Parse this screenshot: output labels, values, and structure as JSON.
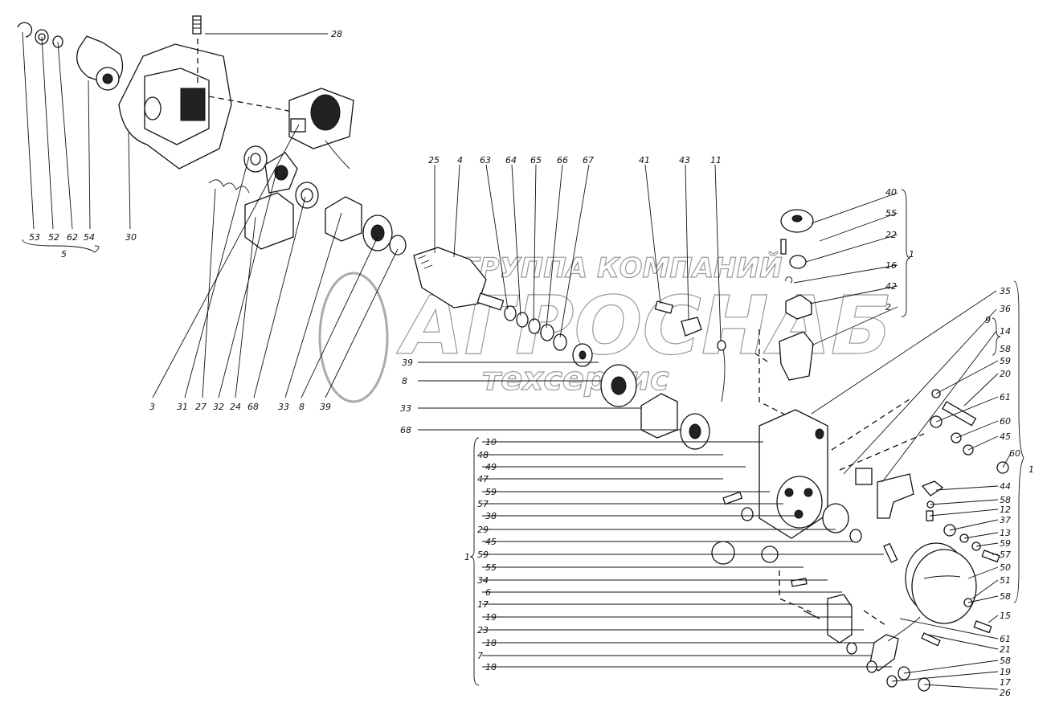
{
  "watermark": {
    "line1": "ГРУППА КОМПАНИЙ",
    "line2": "АГРОСНАБ",
    "line3": "техсервис"
  },
  "labels": [
    {
      "id": "l28",
      "text": "28"
    },
    {
      "id": "l53",
      "text": "53"
    },
    {
      "id": "l52",
      "text": "52"
    },
    {
      "id": "l62",
      "text": "62"
    },
    {
      "id": "l54",
      "text": "54"
    },
    {
      "id": "l5",
      "text": "5"
    },
    {
      "id": "l30",
      "text": "30"
    },
    {
      "id": "lb3",
      "text": "3"
    },
    {
      "id": "lb31",
      "text": "31"
    },
    {
      "id": "lb27",
      "text": "27"
    },
    {
      "id": "lb32",
      "text": "32"
    },
    {
      "id": "lb24",
      "text": "24"
    },
    {
      "id": "lb68",
      "text": "68"
    },
    {
      "id": "lb33",
      "text": "33"
    },
    {
      "id": "lb8",
      "text": "8"
    },
    {
      "id": "lb39",
      "text": "39"
    },
    {
      "id": "t25",
      "text": "25"
    },
    {
      "id": "t4",
      "text": "4"
    },
    {
      "id": "t63",
      "text": "63"
    },
    {
      "id": "t64",
      "text": "64"
    },
    {
      "id": "t65",
      "text": "65"
    },
    {
      "id": "t66",
      "text": "66"
    },
    {
      "id": "t67",
      "text": "67"
    },
    {
      "id": "t41",
      "text": "41"
    },
    {
      "id": "t43",
      "text": "43"
    },
    {
      "id": "t11",
      "text": "11"
    },
    {
      "id": "r40",
      "text": "40"
    },
    {
      "id": "r55",
      "text": "55"
    },
    {
      "id": "r22",
      "text": "22"
    },
    {
      "id": "r16",
      "text": "16"
    },
    {
      "id": "r42",
      "text": "42"
    },
    {
      "id": "r2",
      "text": "2"
    },
    {
      "id": "r1a",
      "text": "1"
    },
    {
      "id": "m39",
      "text": "39"
    },
    {
      "id": "m8",
      "text": "8"
    },
    {
      "id": "m33",
      "text": "33"
    },
    {
      "id": "m68",
      "text": "68"
    },
    {
      "id": "L10",
      "text": "10"
    },
    {
      "id": "L48",
      "text": "48"
    },
    {
      "id": "L49",
      "text": "49"
    },
    {
      "id": "L47",
      "text": "47"
    },
    {
      "id": "L59",
      "text": "59"
    },
    {
      "id": "L57",
      "text": "57"
    },
    {
      "id": "L38",
      "text": "38"
    },
    {
      "id": "L29",
      "text": "29"
    },
    {
      "id": "L45",
      "text": "45"
    },
    {
      "id": "L59b",
      "text": "59"
    },
    {
      "id": "L55",
      "text": "55"
    },
    {
      "id": "L34",
      "text": "34"
    },
    {
      "id": "L6",
      "text": "6"
    },
    {
      "id": "L17",
      "text": "17"
    },
    {
      "id": "L19",
      "text": "19"
    },
    {
      "id": "L23",
      "text": "23"
    },
    {
      "id": "L18",
      "text": "18"
    },
    {
      "id": "L7",
      "text": "7"
    },
    {
      "id": "L18b",
      "text": "18"
    },
    {
      "id": "L1",
      "text": "1"
    },
    {
      "id": "R35",
      "text": "35"
    },
    {
      "id": "R36",
      "text": "36"
    },
    {
      "id": "R9",
      "text": "9"
    },
    {
      "id": "R14",
      "text": "14"
    },
    {
      "id": "R58",
      "text": "58"
    },
    {
      "id": "R59",
      "text": "59"
    },
    {
      "id": "R20",
      "text": "20"
    },
    {
      "id": "R61",
      "text": "61"
    },
    {
      "id": "R60",
      "text": "60"
    },
    {
      "id": "R45",
      "text": "45"
    },
    {
      "id": "R60b",
      "text": "60"
    },
    {
      "id": "R1",
      "text": "1"
    },
    {
      "id": "R44",
      "text": "44"
    },
    {
      "id": "R58b",
      "text": "58"
    },
    {
      "id": "R12",
      "text": "12"
    },
    {
      "id": "R37",
      "text": "37"
    },
    {
      "id": "R13",
      "text": "13"
    },
    {
      "id": "R59b",
      "text": "59"
    },
    {
      "id": "R57",
      "text": "57"
    },
    {
      "id": "R50",
      "text": "50"
    },
    {
      "id": "R51",
      "text": "51"
    },
    {
      "id": "R58c",
      "text": "58"
    },
    {
      "id": "R15",
      "text": "15"
    },
    {
      "id": "R61b",
      "text": "61"
    },
    {
      "id": "R21",
      "text": "21"
    },
    {
      "id": "R58d",
      "text": "58"
    },
    {
      "id": "R19",
      "text": "19"
    },
    {
      "id": "R17",
      "text": "17"
    },
    {
      "id": "R26",
      "text": "26"
    }
  ]
}
